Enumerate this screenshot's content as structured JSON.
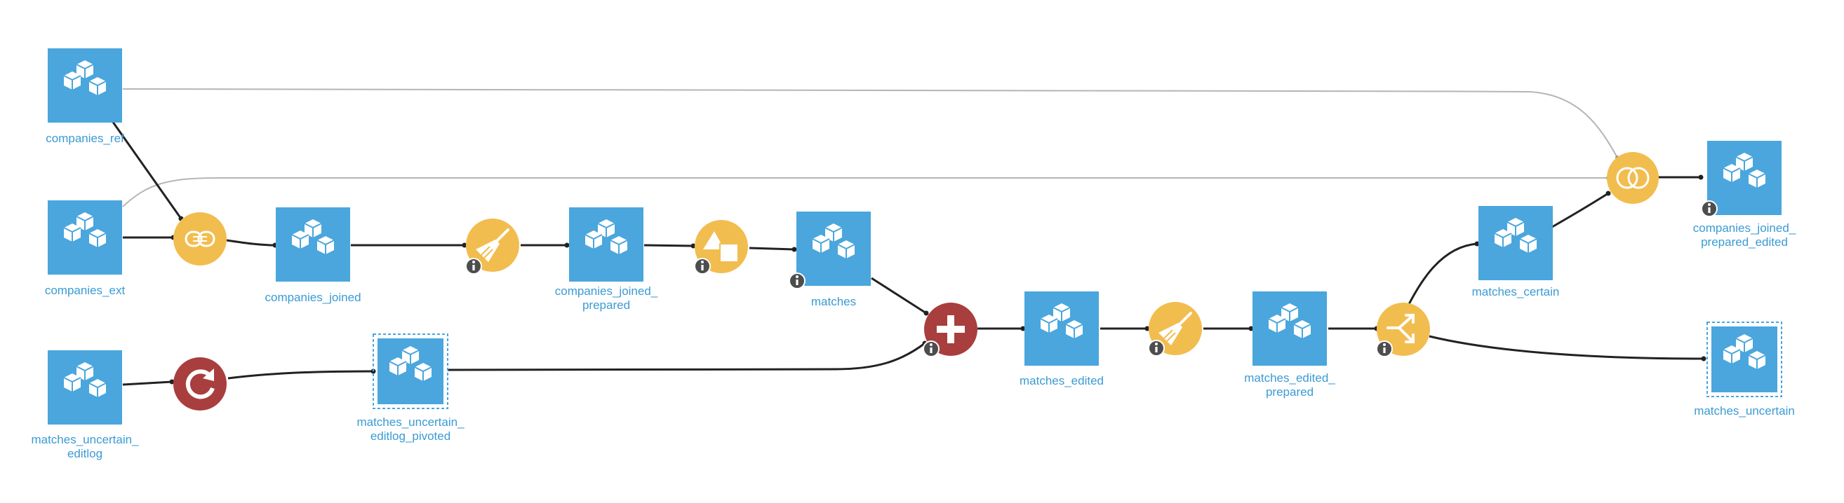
{
  "colors": {
    "dataset": "#4aa6dd",
    "recipe_visual": "#f2bd4f",
    "recipe_code": "#a93e3e",
    "label": "#3a9bd4",
    "edge": "#222222",
    "edge_light": "#b5b5b5",
    "info_badge": "#4d4d4d"
  },
  "datasets": {
    "companies_ref": {
      "label": "companies_ref",
      "icon": "cubes-icon"
    },
    "companies_ext": {
      "label": "companies_ext",
      "icon": "cubes-icon"
    },
    "companies_joined": {
      "label": "companies_joined",
      "icon": "cubes-icon"
    },
    "companies_joined_prepared": {
      "label": [
        "companies_joined_",
        "prepared"
      ],
      "icon": "cubes-icon"
    },
    "matches": {
      "label": "matches",
      "icon": "cubes-icon"
    },
    "matches_uncertain_editlog": {
      "label": [
        "matches_uncertain_",
        "editlog"
      ],
      "icon": "cubes-icon"
    },
    "matches_uncertain_editlog_pivoted": {
      "label": [
        "matches_uncertain_",
        "editlog_pivoted"
      ],
      "icon": "cubes-icon"
    },
    "matches_edited": {
      "label": "matches_edited",
      "icon": "cubes-icon"
    },
    "matches_edited_prepared": {
      "label": [
        "matches_edited_",
        "prepared"
      ],
      "icon": "cubes-icon"
    },
    "matches_certain": {
      "label": "matches_certain",
      "icon": "cubes-icon"
    },
    "companies_joined_prepared_edited": {
      "label": [
        "companies_joined_",
        "prepared_edited"
      ],
      "icon": "cubes-icon"
    },
    "matches_uncertain": {
      "label": "matches_uncertain",
      "icon": "cubes-icon"
    }
  },
  "recipes": {
    "fuzzy_join": {
      "icon": "fuzzy-join-icon"
    },
    "prepare_1": {
      "icon": "broom-icon"
    },
    "topn": {
      "icon": "topn-icon"
    },
    "stack": {
      "icon": "plus-icon"
    },
    "prepare_2": {
      "icon": "broom-icon"
    },
    "split": {
      "icon": "split-icon"
    },
    "pivot": {
      "icon": "refresh-icon"
    },
    "join": {
      "icon": "join-icon"
    }
  }
}
